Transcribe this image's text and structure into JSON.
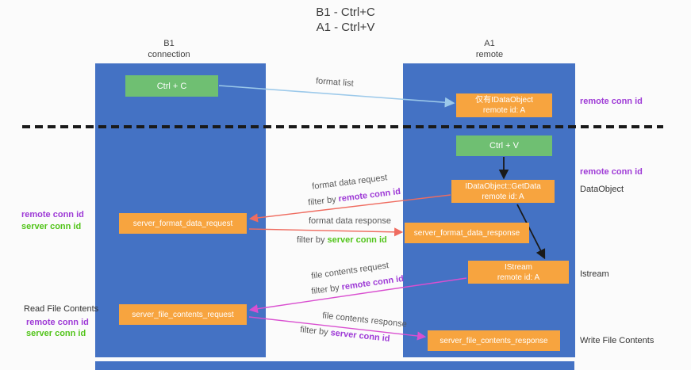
{
  "title": {
    "line1": "B1 - Ctrl+C",
    "line2": "A1 - Ctrl+V"
  },
  "lanes": {
    "left": {
      "name": "B1",
      "sub": "connection"
    },
    "right": {
      "name": "A1",
      "sub": "remote"
    }
  },
  "nodes": {
    "ctrl_c": {
      "label": "Ctrl + C"
    },
    "ctrl_v": {
      "label": "Ctrl + V"
    },
    "idataobject": {
      "line1": "仅有IDataObject",
      "line2": "remote id: A"
    },
    "getdata": {
      "line1": "IDataObject::GetData",
      "line2": "remote id: A"
    },
    "istream": {
      "line1": "IStream",
      "line2": "remote id: A"
    },
    "format_request": {
      "label": "server_format_data_request"
    },
    "format_response": {
      "label": "server_format_data_response"
    },
    "file_request": {
      "label": "server_file_contents_request"
    },
    "file_response": {
      "label": "server_file_contents_response"
    }
  },
  "flow_labels": {
    "format_list": "format list",
    "format_data_request": "format data request",
    "format_data_response": "format data response",
    "file_contents_request": "file contents request",
    "file_contents_response": "file contents response",
    "filter_by": "filter by"
  },
  "terms": {
    "remote_conn_id": "remote conn id",
    "server_conn_id": "server conn id"
  },
  "side_labels": {
    "dataobject": "DataObject",
    "istream": "Istream",
    "read_file_contents": "Read File Contents",
    "write_file_contents": "Write File Contents"
  },
  "colors": {
    "lane_blue": "#4472c4",
    "box_green": "#6fbf72",
    "box_orange": "#f7a43f",
    "arrow_blue": "#9cc9ea",
    "arrow_red": "#ef6c60",
    "arrow_magenta": "#d94fd0",
    "text_purple": "#9e3ad6",
    "text_green": "#52c41a"
  }
}
